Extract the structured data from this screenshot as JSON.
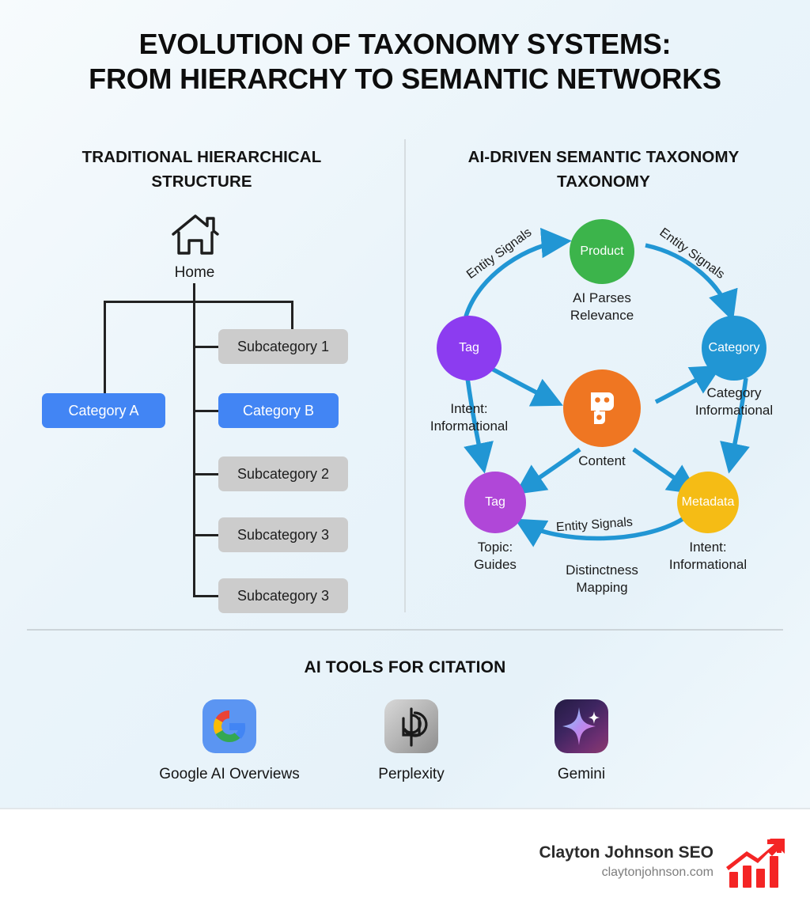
{
  "title": {
    "line1": "EVOLUTION OF TAXONOMY SYSTEMS:",
    "line2": "FROM HIERARCHY TO SEMANTIC NETWORKS"
  },
  "colors": {
    "background_start": "#f7fbfd",
    "background_end": "#e6f2f9",
    "accent_blue": "#4285f4",
    "box_grey": "#cccccc",
    "arrow_blue": "#2196d4",
    "node_green": "#3cb44b",
    "node_purple": "#8c3cf0",
    "node_blue": "#2196d4",
    "node_orange": "#ef7622",
    "node_magenta": "#b047d8",
    "node_yellow": "#f5bc15",
    "logo_red": "#f42525"
  },
  "left_panel": {
    "header_line1": "TRADITIONAL HIERARCHICAL",
    "header_line2": "STRUCTURE",
    "root": {
      "icon": "home-icon",
      "label": "Home"
    },
    "nodes": [
      {
        "label": "Subcategory 1",
        "style": "grey"
      },
      {
        "label": "Category A",
        "style": "blue"
      },
      {
        "label": "Category B",
        "style": "blue"
      },
      {
        "label": "Subcategory 2",
        "style": "grey"
      },
      {
        "label": "Subcategory 3",
        "style": "grey"
      },
      {
        "label": "Subcategory 3",
        "style": "grey"
      }
    ]
  },
  "right_panel": {
    "header_line1": "AI-DRIVEN SEMANTIC TAXONOMY",
    "header_line2": "TAXONOMY",
    "nodes": [
      {
        "id": "product",
        "label": "Product",
        "caption_line1": "AI Parses",
        "caption_line2": "Relevance",
        "color": "#3cb44b"
      },
      {
        "id": "tag_left",
        "label": "Tag",
        "caption_line1": "Intent:",
        "caption_line2": "Informational",
        "color": "#8c3cf0"
      },
      {
        "id": "category",
        "label": "Category",
        "caption_line1": "Category",
        "caption_line2": "Informational",
        "color": "#2196d4"
      },
      {
        "id": "content",
        "label": "",
        "caption_line1": "Content",
        "caption_line2": "",
        "color": "#ef7622",
        "icon": "robot-icon"
      },
      {
        "id": "tag_bottom",
        "label": "Tag",
        "caption_line1": "Topic:",
        "caption_line2": "Guides",
        "color": "#b047d8"
      },
      {
        "id": "metadata",
        "label": "Metadata",
        "caption_line1": "Intent:",
        "caption_line2": "Informational",
        "color": "#f5bc15"
      }
    ],
    "edge_labels": [
      {
        "id": "edge_tl",
        "text": "Entity Signals"
      },
      {
        "id": "edge_tr",
        "text": "Entity Signals"
      },
      {
        "id": "edge_bottom",
        "text": "Entity Signals"
      }
    ],
    "bottom_caption_line1": "Distinctness",
    "bottom_caption_line2": "Mapping"
  },
  "tools_section": {
    "header": "AI TOOLS FOR CITATION",
    "tools": [
      {
        "id": "google",
        "label": "Google AI Overviews",
        "icon": "google-g-icon"
      },
      {
        "id": "perplexity",
        "label": "Perplexity",
        "icon": "perplexity-icon"
      },
      {
        "id": "gemini",
        "label": "Gemini",
        "icon": "gemini-spark-icon"
      }
    ]
  },
  "footer": {
    "brand_name": "Clayton Johnson SEO",
    "brand_url": "claytonjohnson.com",
    "logo": "growth-chart-icon"
  }
}
